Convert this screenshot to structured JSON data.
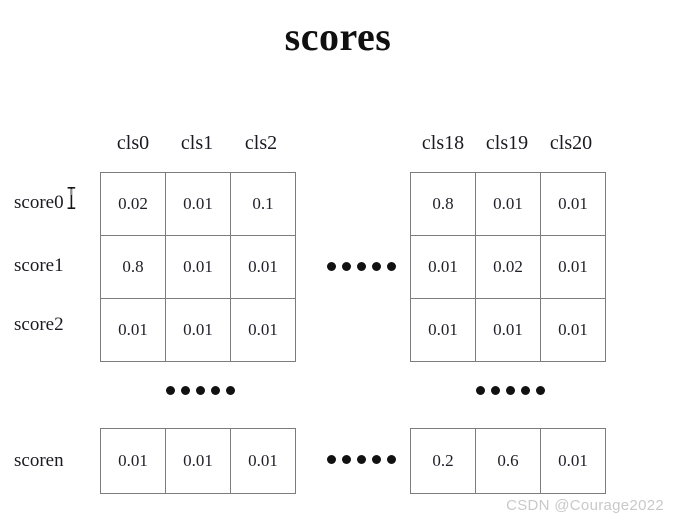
{
  "title": "scores",
  "column_headers": {
    "left": [
      "cls0",
      "cls1",
      "cls2"
    ],
    "right": [
      "cls18",
      "cls19",
      "cls20"
    ]
  },
  "row_labels": {
    "r0": "score0",
    "r1": "score1",
    "r2": "score2",
    "rn": "scoren"
  },
  "matrices": {
    "top_left": [
      [
        "0.02",
        "0.01",
        "0.1"
      ],
      [
        "0.8",
        "0.01",
        "0.01"
      ],
      [
        "0.01",
        "0.01",
        "0.01"
      ]
    ],
    "top_right": [
      [
        "0.8",
        "0.01",
        "0.01"
      ],
      [
        "0.01",
        "0.02",
        "0.01"
      ],
      [
        "0.01",
        "0.01",
        "0.01"
      ]
    ],
    "bottom_left": [
      [
        "0.01",
        "0.01",
        "0.01"
      ]
    ],
    "bottom_right": [
      [
        "0.2",
        "0.6",
        "0.01"
      ]
    ]
  },
  "ellipsis": {
    "dot_count": 5,
    "positions": [
      "middle-top",
      "middle-bottom",
      "under-left",
      "under-right"
    ]
  },
  "cursor": {
    "icon": "text-ibeam-cursor"
  },
  "watermark": "CSDN @Courage2022",
  "colors": {
    "background": "#ffffff",
    "border": "#7d7d7d",
    "text": "#1a1a22",
    "title": "#101010",
    "dot": "#111111",
    "watermark": "#c9c9c9"
  }
}
